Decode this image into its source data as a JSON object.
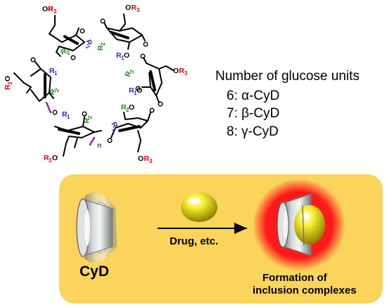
{
  "structure": {
    "or3": "OR",
    "r3": "R",
    "r1": "R",
    "r2": "R",
    "sub3": "3",
    "sub1": "1",
    "sub2": "2",
    "ring_oxygen": "O",
    "repeat_index": "n"
  },
  "glucose_info": {
    "heading": "Number of glucose units",
    "rows": [
      "6: α-CyD",
      "7: β-CyD",
      "8: γ-CyD"
    ]
  },
  "panel": {
    "arrow_label": "Drug, etc.",
    "cyd_label": "CyD",
    "result_line1": "Formation of",
    "result_line2": "inclusion complexes"
  },
  "colors": {
    "r3": "#e2001a",
    "r1": "#1f2fb8",
    "r2": "#1a8a1a",
    "bond_purple": "#7a2d8c",
    "panel_fill": "#fbd45b",
    "glow": "#ff1a1a",
    "drug": "#f2e21c"
  }
}
